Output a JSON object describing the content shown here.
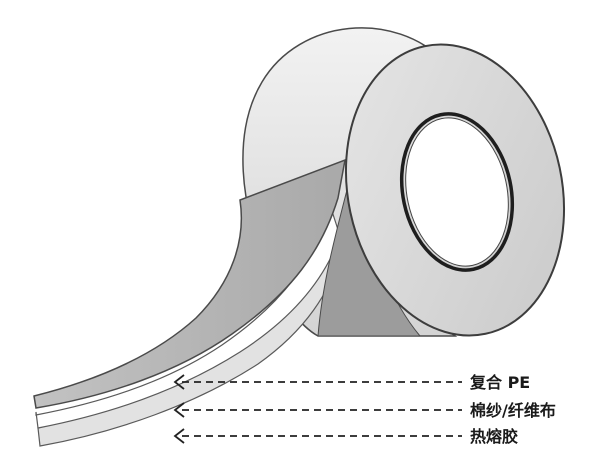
{
  "diagram": {
    "layers": [
      {
        "label": "复合 PE"
      },
      {
        "label": "棉纱/纤维布"
      },
      {
        "label": "热熔胶"
      }
    ]
  }
}
